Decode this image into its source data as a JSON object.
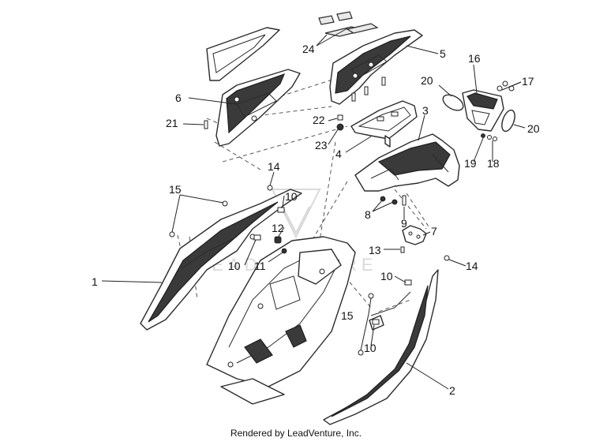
{
  "watermark": {
    "text": "LEADVENTURE"
  },
  "footer": {
    "text": "Rendered by LeadVenture, Inc."
  },
  "callouts": [
    {
      "id": "c-24",
      "text": "24"
    },
    {
      "id": "c-5",
      "text": "5"
    },
    {
      "id": "c-16",
      "text": "16"
    },
    {
      "id": "c-17",
      "text": "17"
    },
    {
      "id": "c-20a",
      "text": "20"
    },
    {
      "id": "c-20b",
      "text": "20"
    },
    {
      "id": "c-6",
      "text": "6"
    },
    {
      "id": "c-21",
      "text": "21"
    },
    {
      "id": "c-22",
      "text": "22"
    },
    {
      "id": "c-23",
      "text": "23"
    },
    {
      "id": "c-3",
      "text": "3"
    },
    {
      "id": "c-4",
      "text": "4"
    },
    {
      "id": "c-19",
      "text": "19"
    },
    {
      "id": "c-18",
      "text": "18"
    },
    {
      "id": "c-14a",
      "text": "14"
    },
    {
      "id": "c-15a",
      "text": "15"
    },
    {
      "id": "c-10a",
      "text": "10"
    },
    {
      "id": "c-8",
      "text": "8"
    },
    {
      "id": "c-9",
      "text": "9"
    },
    {
      "id": "c-12",
      "text": "12"
    },
    {
      "id": "c-7",
      "text": "7"
    },
    {
      "id": "c-13",
      "text": "13"
    },
    {
      "id": "c-10b",
      "text": "10"
    },
    {
      "id": "c-11",
      "text": "11"
    },
    {
      "id": "c-14b",
      "text": "14"
    },
    {
      "id": "c-1",
      "text": "1"
    },
    {
      "id": "c-10c",
      "text": "10"
    },
    {
      "id": "c-15b",
      "text": "15"
    },
    {
      "id": "c-10d",
      "text": "10"
    },
    {
      "id": "c-2",
      "text": "2"
    }
  ]
}
